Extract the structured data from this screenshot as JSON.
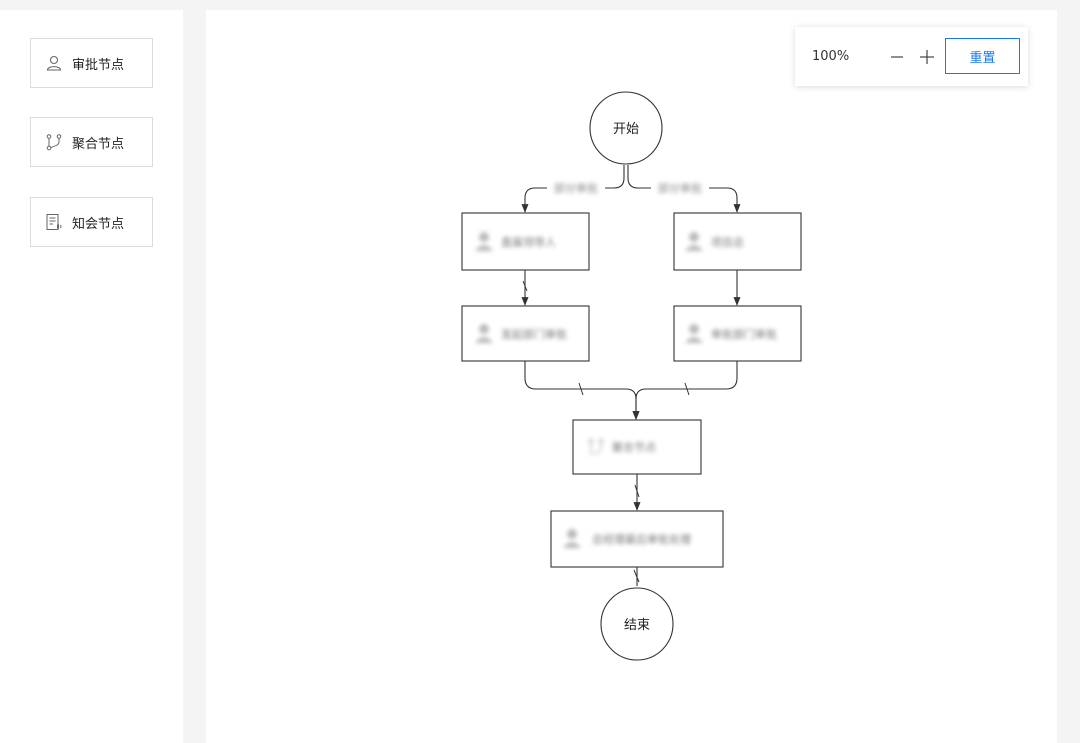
{
  "sidebar": {
    "items": [
      {
        "label": "审批节点",
        "icon": "user-icon"
      },
      {
        "label": "聚合节点",
        "icon": "merge-icon"
      },
      {
        "label": "知会节点",
        "icon": "notify-doc-icon"
      }
    ]
  },
  "toolbar": {
    "zoom_level": "100%",
    "zoom_out_icon": "minus-icon",
    "zoom_in_icon": "plus-icon",
    "reset_label": "重置"
  },
  "flow": {
    "start_label": "开始",
    "end_label": "结束",
    "branch_labels": [
      "部分审批",
      "部分审批"
    ],
    "nodes": [
      {
        "label": "直属领导人",
        "icon": "user-icon"
      },
      {
        "label": "项目总",
        "icon": "user-icon"
      },
      {
        "label": "发起部门审批",
        "icon": "user-icon"
      },
      {
        "label": "审批部门审批",
        "icon": "user-icon"
      },
      {
        "label": "聚合节点",
        "icon": "merge-icon"
      },
      {
        "label": "总经理最后审批处理",
        "icon": "user-icon"
      }
    ]
  },
  "colors": {
    "accent": "#1677ff",
    "border": "#333333",
    "palette_border": "#dcdcdc"
  }
}
